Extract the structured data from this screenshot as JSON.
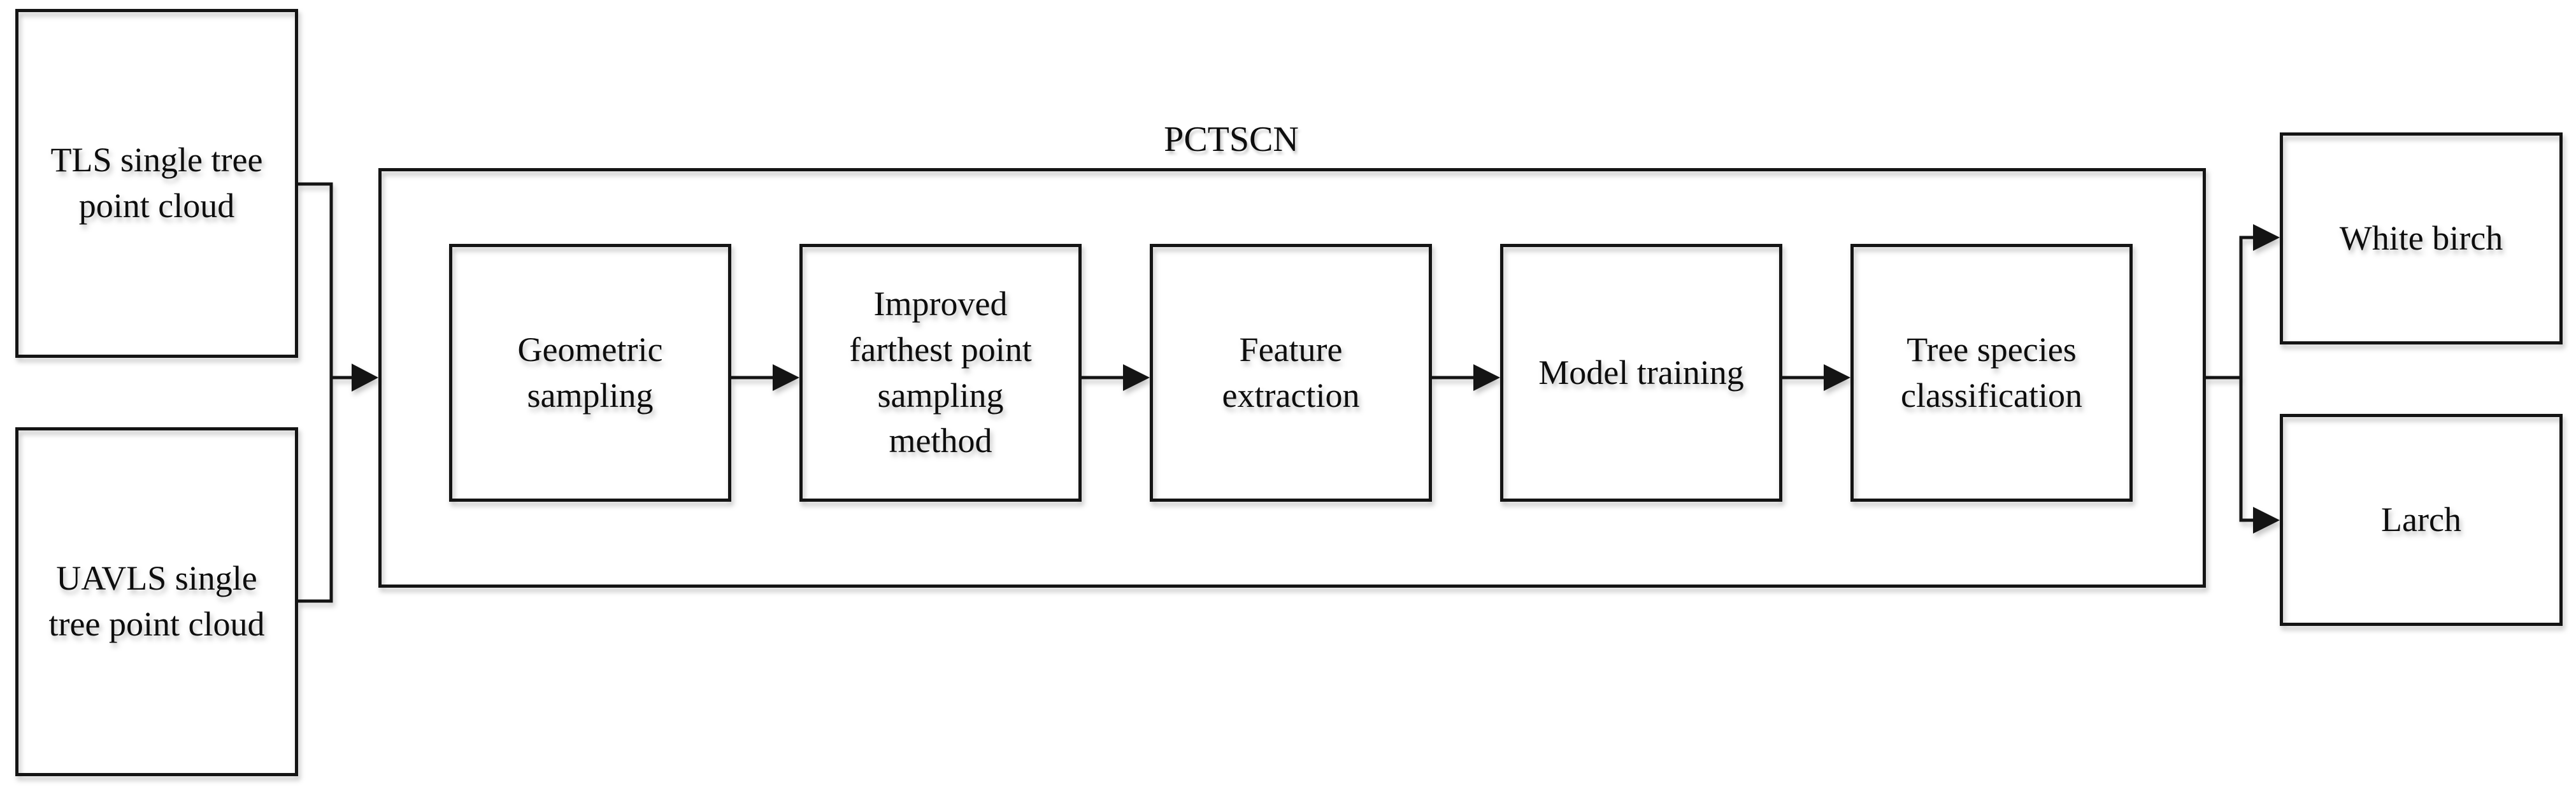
{
  "figure": {
    "background_color": "#ffffff",
    "line_color": "#141414",
    "text_color": "#0d0d0d",
    "inputs": [
      {
        "label": "TLS single tree\npoint cloud"
      },
      {
        "label": "UAVLS single\ntree point cloud"
      }
    ],
    "pipeline": {
      "title": "PCTSCN",
      "stages": [
        {
          "label": "Geometric\nsampling"
        },
        {
          "label": "Improved\nfarthest point\nsampling\nmethod"
        },
        {
          "label": "Feature\nextraction"
        },
        {
          "label": "Model training"
        },
        {
          "label": "Tree species\nclassification"
        }
      ]
    },
    "outputs": [
      {
        "label": "White birch"
      },
      {
        "label": "Larch"
      }
    ]
  }
}
